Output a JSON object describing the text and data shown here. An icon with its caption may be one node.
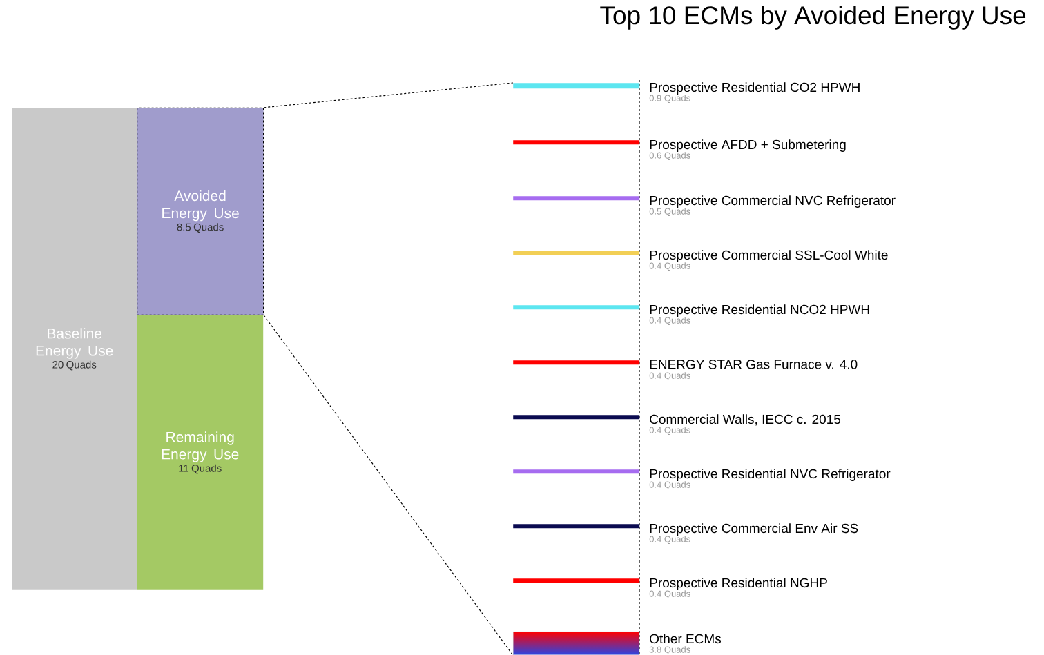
{
  "diagram": {
    "title": "Top 10 ECMs by Avoided Energy Use",
    "nodes": [
      {
        "text": [
          "Baseline Energy Use",
          "20 Quads"
        ]
      },
      {
        "text": [
          "Avoided Energy Use",
          "8.5 Quads"
        ]
      },
      {
        "text": [
          "Remaining Energy Use",
          "11 Quads"
        ]
      },
      {
        "text": [],
        "shape": "bar",
        "beside": [
          "Prospective Residential CO2 HPWH",
          "0.9 Quads"
        ]
      },
      {
        "text": [],
        "shape": "bar",
        "beside": [
          "Prospective AFDD + Submetering",
          "0.6 Quads"
        ]
      },
      {
        "text": [],
        "shape": "bar",
        "beside": [
          "Prospective Commercial NVC Refrigerator",
          "0.5 Quads"
        ]
      },
      {
        "text": [],
        "shape": "bar",
        "beside": [
          "Prospective Commercial SSL-Cool White",
          "0.4 Quads"
        ]
      },
      {
        "text": [],
        "shape": "bar",
        "beside": [
          "Prospective Residential NCO2 HPWH",
          "0.4 Quads"
        ]
      },
      {
        "text": [],
        "shape": "bar",
        "beside": [
          "ENERGY STAR Gas Furnace v. 4.0",
          "0.4 Quads"
        ]
      },
      {
        "text": [],
        "shape": "bar",
        "beside": [
          "Commercial Walls, IECC c. 2015",
          "0.4 Quads"
        ]
      },
      {
        "text": [],
        "shape": "bar",
        "beside": [
          "Prospective Residential NVC Refrigerator",
          "0.4 Quads"
        ]
      },
      {
        "text": [],
        "shape": "bar",
        "beside": [
          "Prospective Commercial Env Air SS",
          "0.4 Quads"
        ]
      },
      {
        "text": [],
        "shape": "bar",
        "beside": [
          "Prospective Residential NGHP",
          "0.4 Quads"
        ]
      },
      {
        "text": [],
        "shape": "bar",
        "beside": [
          "Other ECMs",
          "3.8 Quads"
        ]
      }
    ],
    "edges": [
      {
        "from": 1,
        "to": 3,
        "arrow": "none",
        "style": "dashed"
      },
      {
        "from": 1,
        "to": 13,
        "arrow": "none",
        "style": "dashed"
      }
    ]
  }
}
